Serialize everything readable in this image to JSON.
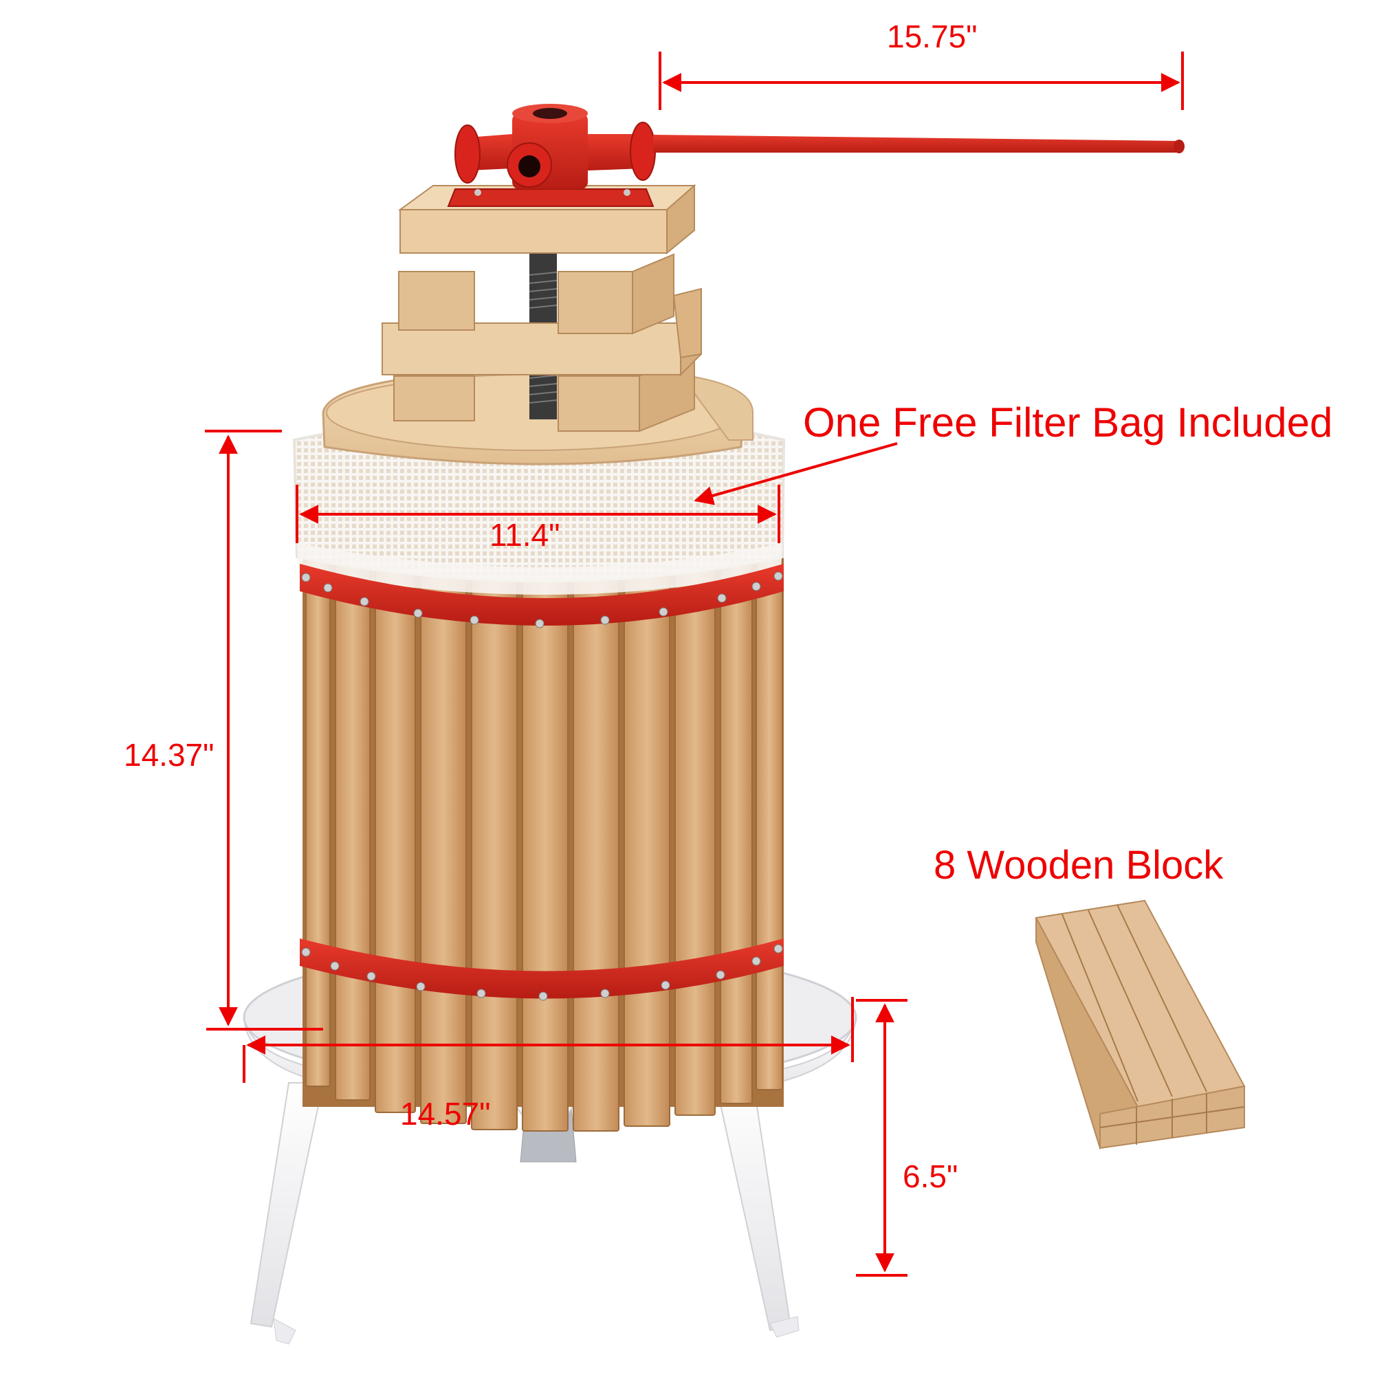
{
  "product": {
    "name": "Fruit and wine press with wooden basket",
    "colors": {
      "annotation": "#ee0000",
      "handle_red": "#d8241c",
      "band_red": "#d42a1f",
      "wood_light": "#e8c9a0",
      "wood_mid": "#d9a876",
      "wood_dark": "#b9834f",
      "stand_white": "#f4f4f6",
      "mesh_white": "#f7f5f2"
    }
  },
  "dimensions": {
    "handle_length": "15.75\"",
    "basket_diameter": "11.4\"",
    "basket_height": "14.37\"",
    "base_diameter": "14.57\"",
    "leg_height": "6.5\""
  },
  "callouts": {
    "filter_bag": "One Free Filter Bag Included",
    "wooden_blocks": "8 Wooden Block"
  }
}
